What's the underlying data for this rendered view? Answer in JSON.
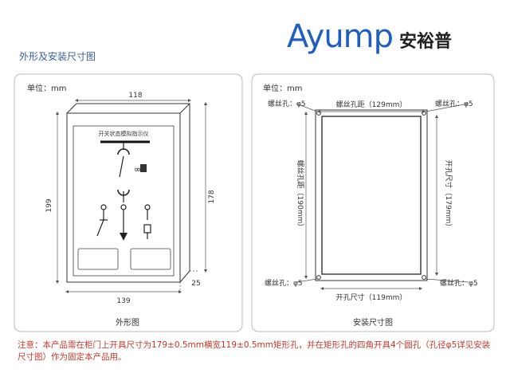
{
  "brand": {
    "latin": "Ayump",
    "chinese": "安裕普"
  },
  "section_title": "外形及安装尺寸图",
  "left_panel": {
    "unit": "单位：mm",
    "dims": {
      "top": "118",
      "bottom": "139",
      "left": "199",
      "right": "178",
      "depth": "25"
    },
    "device_label": "开关状态模拟指示仪",
    "caption": "外形图"
  },
  "right_panel": {
    "unit": "单位：mm",
    "hole_top_left": "螺丝孔：φ5",
    "hole_top_right": "螺丝孔：φ5",
    "hole_bottom_left": "螺丝孔：φ5",
    "hole_bottom_right": "螺丝孔：φ5",
    "hole_spacing_h": "螺丝孔距（129mm）",
    "hole_spacing_v": "螺丝孔距（190mm）",
    "cutout_h": "开孔尺寸（119mm）",
    "cutout_v": "开孔尺寸（179mm）",
    "caption": "安装尺寸图"
  },
  "note": "注意：本产品需在柜门上开具尺寸为179±0.5mm横宽119±0.5mm矩形孔，并在矩形孔的四角开具4个圆孔（孔径φ5详见安装尺寸图）作为固定本产品用。"
}
